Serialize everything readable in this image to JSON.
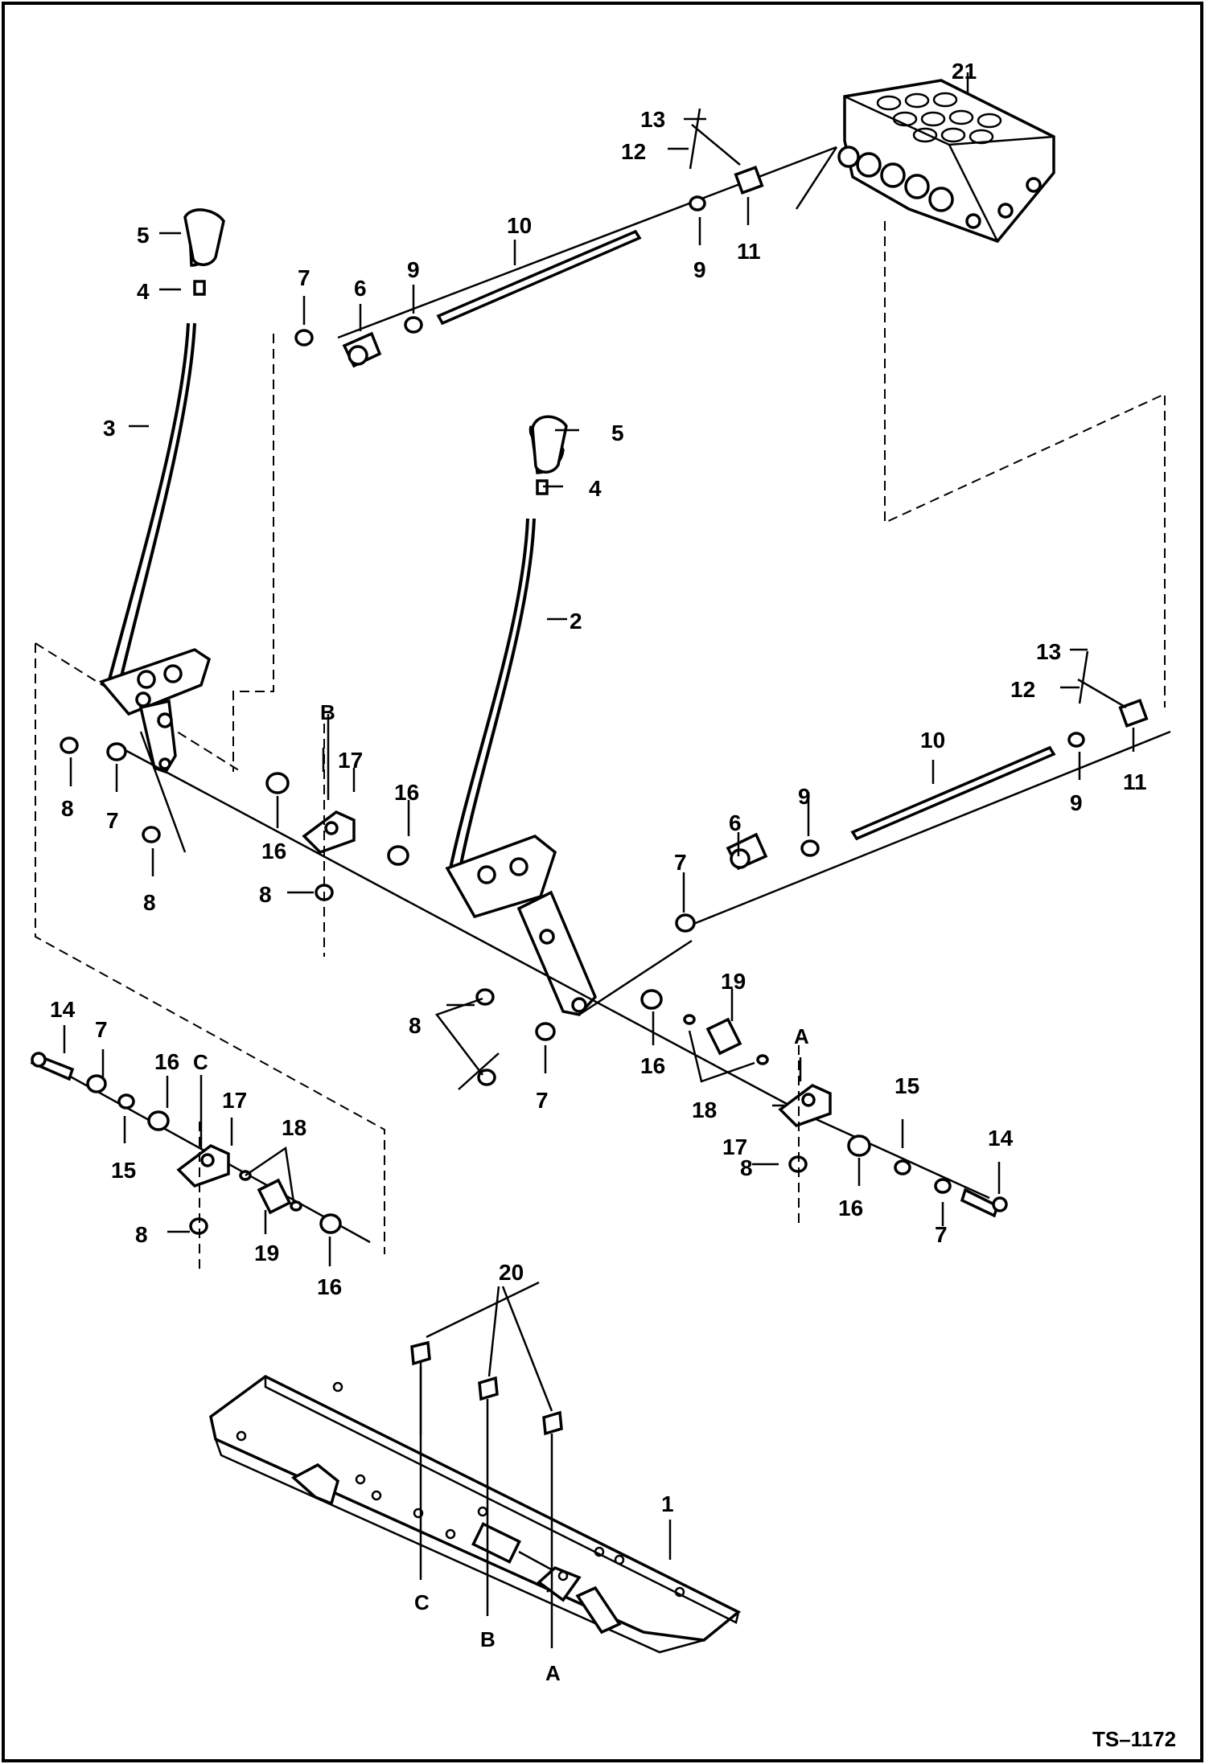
{
  "drawing_id": "TS–1172",
  "labels": {
    "l1": "1",
    "l2": "2",
    "l3": "3",
    "l4a": "4",
    "l4b": "4",
    "l5a": "5",
    "l5b": "5",
    "l6a": "6",
    "l6b": "6",
    "l7a": "7",
    "l7b": "7",
    "l7c": "7",
    "l7d": "7",
    "l7e": "7",
    "l7f": "7",
    "l8a": "8",
    "l8b": "8",
    "l8c": "8",
    "l8d": "8",
    "l8e": "8",
    "l8f": "8",
    "l9a": "9",
    "l9b": "9",
    "l9c": "9",
    "l9d": "9",
    "l10a": "10",
    "l10b": "10",
    "l11a": "11",
    "l11b": "11",
    "l12a": "12",
    "l12b": "12",
    "l13a": "13",
    "l13b": "13",
    "l14a": "14",
    "l14b": "14",
    "l15a": "15",
    "l15b": "15",
    "l16a": "16",
    "l16b": "16",
    "l16c": "16",
    "l16d": "16",
    "l16e": "16",
    "l16f": "16",
    "l17a": "17",
    "l17b": "17",
    "l17c": "17",
    "l18a": "18",
    "l18b": "18",
    "l19a": "19",
    "l19b": "19",
    "l20": "20",
    "l21": "21"
  },
  "mount_tags": {
    "a_top": "A",
    "b_top": "B",
    "c_top": "C",
    "a_bottom": "A",
    "b_bottom": "B",
    "c_bottom": "C"
  }
}
